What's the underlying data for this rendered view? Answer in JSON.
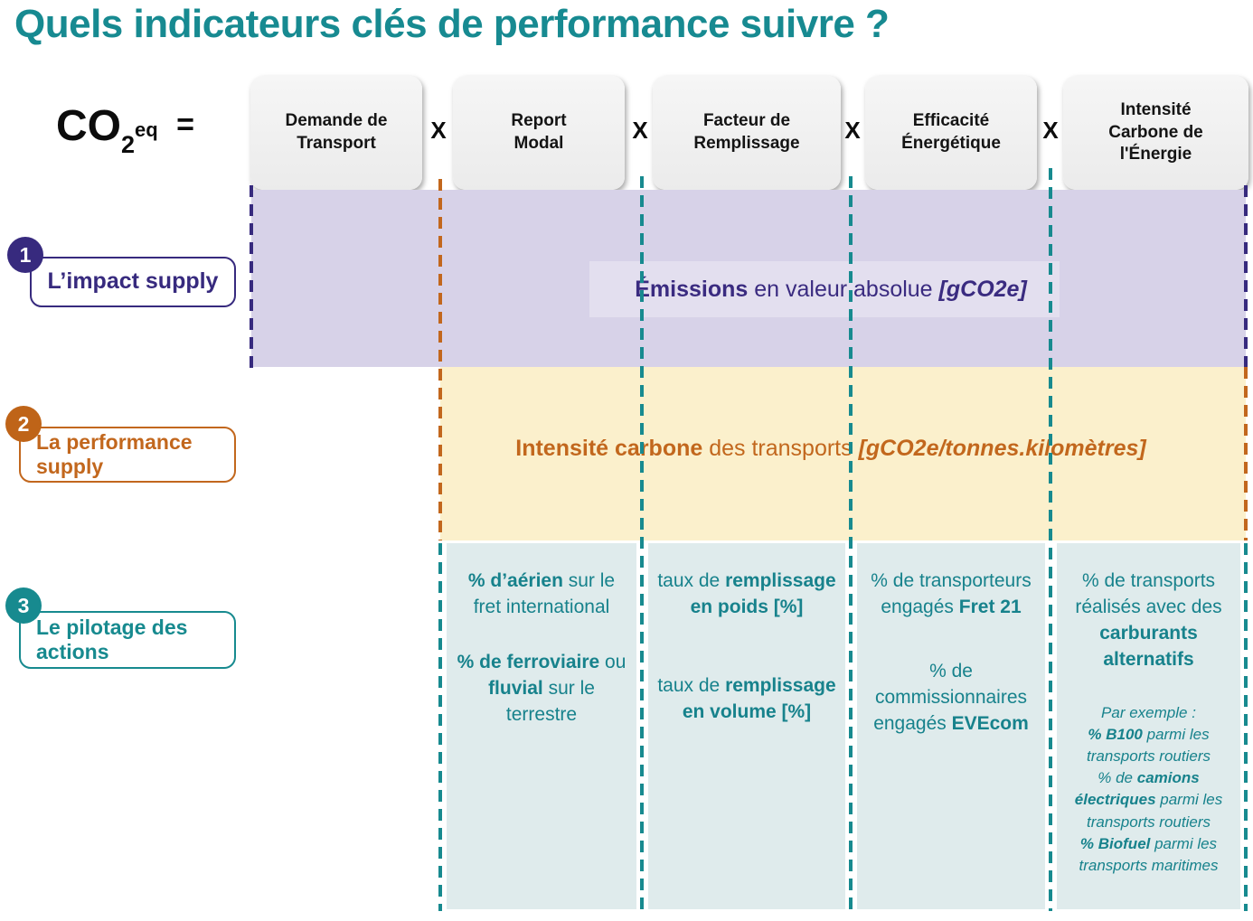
{
  "title": "Quels indicateurs clés de performance suivre ?",
  "formula": {
    "lhs_main": "CO",
    "lhs_sub": "2",
    "lhs_sup": "eq",
    "equals": "=",
    "operator": "X",
    "factors": [
      {
        "label": "Demande de Transport"
      },
      {
        "label": "Report Modal"
      },
      {
        "label": "Facteur de Remplissage"
      },
      {
        "label": "Efficacité Énergétique"
      },
      {
        "label": "Intensité Carbone de l'Énergie"
      }
    ]
  },
  "rows": [
    {
      "number": "1",
      "label": "L’impact supply"
    },
    {
      "number": "2",
      "label": "La performance supply"
    },
    {
      "number": "3",
      "label": "Le pilotage des actions"
    }
  ],
  "bands": {
    "impact": {
      "bold": "Émissions",
      "regular": " en valeur absolue ",
      "unit": "[gCO2e]"
    },
    "performance": {
      "bold": "Intensité carbone",
      "regular": " des transports ",
      "unit": "[gCO2e/tonnes.kilomètres]"
    }
  },
  "kpis": {
    "modal": {
      "p1": {
        "b1": "% d’aérien",
        "r1": " sur le fret international"
      },
      "p2": {
        "b1": "% de ferroviaire",
        "r1": " ou ",
        "b2": "fluvial",
        "r2": " sur le terrestre"
      }
    },
    "filling": {
      "p1": {
        "r1": "taux de ",
        "b1": "remplissage en poids [%]"
      },
      "p2": {
        "r1": "taux de ",
        "b1": "remplissage en volume [%]"
      }
    },
    "engagement": {
      "p1": {
        "r1": "% de transporteurs engagés ",
        "b1": "Fret 21"
      },
      "p2": {
        "r1": "% de commissionnaires engagés ",
        "b1": "EVEcom"
      }
    },
    "carbon": {
      "p1": {
        "r1": "% de transports réalisés avec des ",
        "b1": "carburants alternatifs"
      },
      "examples": {
        "intro": "Par exemple :",
        "e1": {
          "b1": "% B100",
          "r1": " parmi les transports routiers"
        },
        "e2": {
          "r1": "% de ",
          "b1": "camions électriques",
          "r2": " parmi les transports routiers"
        },
        "e3": {
          "b1": "% Biofuel",
          "r1": " parmi les transports maritimes"
        }
      }
    }
  },
  "colors": {
    "teal": "#178A91",
    "teal_light_bg": "#DFEBEC",
    "purple": "#372A7E",
    "lavender_bg": "#D7D2E8",
    "orange": "#C2671D",
    "cream_bg": "#FBF0CC"
  }
}
